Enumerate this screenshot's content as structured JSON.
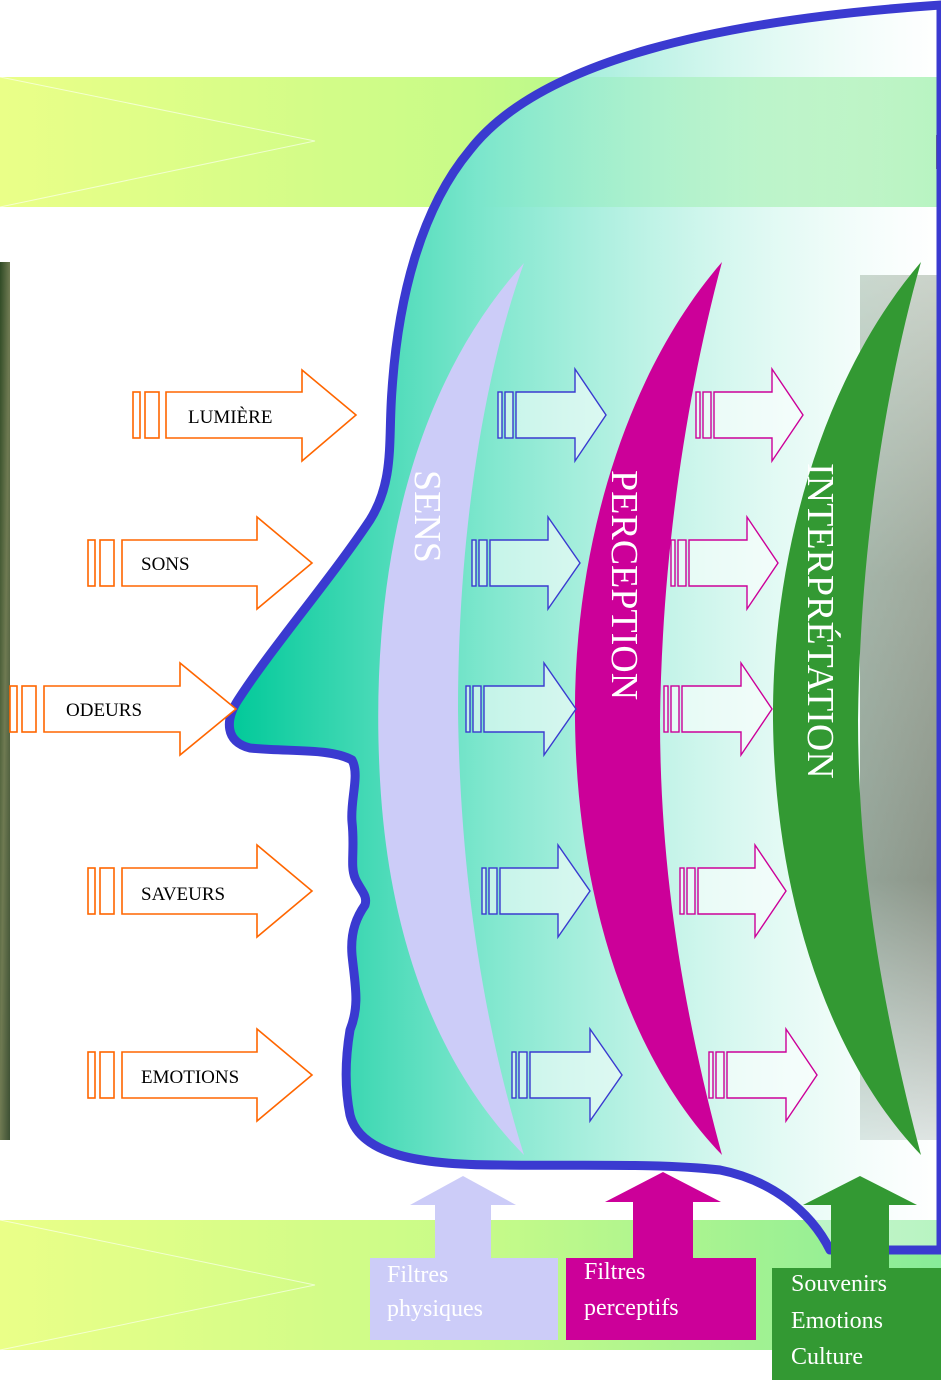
{
  "inputs": [
    {
      "label": "LUMIÈRE"
    },
    {
      "label": "SONS"
    },
    {
      "label": "ODEURS"
    },
    {
      "label": "SAVEURS"
    },
    {
      "label": "EMOTIONS"
    }
  ],
  "stages": [
    {
      "label": "SENS"
    },
    {
      "label": "PERCEPTION"
    },
    {
      "label": "INTERPRÉTATION"
    }
  ],
  "filters": [
    {
      "lines": [
        "Filtres",
        "physiques"
      ]
    },
    {
      "lines": [
        "Filtres",
        "perceptifs"
      ]
    },
    {
      "lines": [
        "Souvenirs",
        "Emotions",
        "Culture"
      ]
    }
  ],
  "colors": {
    "head_outline": "#3a3ad0",
    "sens": "#ccccf8",
    "perception": "#cc0099",
    "interpretation": "#339933",
    "input_arrow": "#ff6600",
    "band": "#ccff66"
  }
}
